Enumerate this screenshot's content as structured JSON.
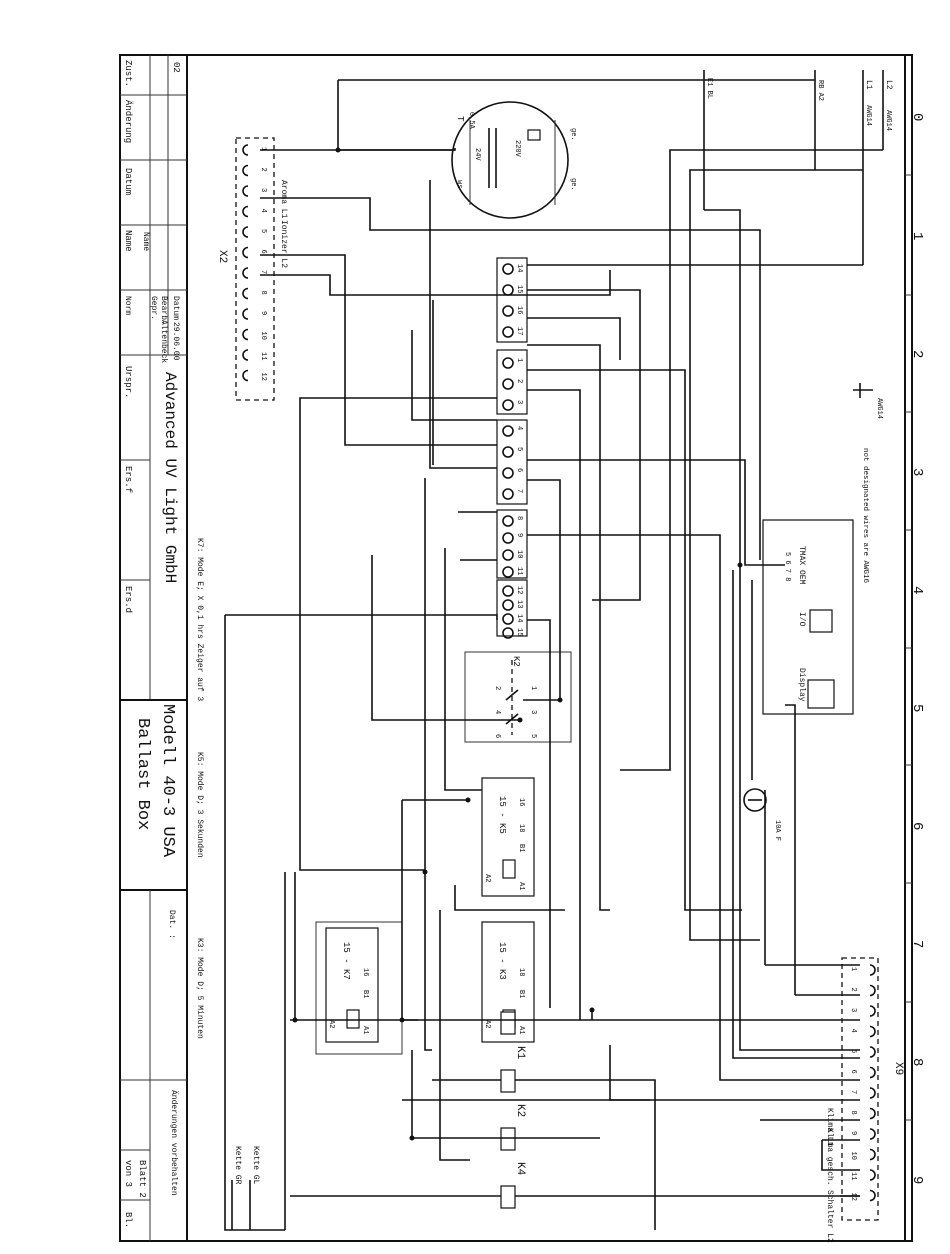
{
  "title_block": {
    "company": "Advanced UV Light GmbH",
    "model": "Modell 40-3 USA",
    "product": "Ballast Box",
    "datum_label": "Datum",
    "datum_value": "29.06.00",
    "bearb_label": "Bearb.",
    "bearb_value": "Altenbeck",
    "gepr_label": "Gepr.",
    "norm_label": "Norm",
    "name_label": "Name",
    "zust_label": "Zust.",
    "aenderung_label": "Änderung",
    "datum2_label": "Datum",
    "name2_label": "Name",
    "rev_label": "02",
    "urspr_label": "Urspr.",
    "ers_f_label": "Ers.f",
    "ers_d_label": "Ers.d",
    "dat_label": "Dat. :",
    "notice": "Änderungen vorbehalten",
    "blatt": "Blatt 2",
    "von": "von 3",
    "bl": "Bl."
  },
  "column_numbers": [
    "0",
    "1",
    "2",
    "3",
    "4",
    "5",
    "6",
    "7",
    "8",
    "9"
  ],
  "signals": {
    "l2": "L2",
    "l1": "L1",
    "awg14_a": "AWG14",
    "awg14_b": "AWG14",
    "awg14_c": "AWG14",
    "rb_a2": "RB A2",
    "e1_bl": "E1 BL",
    "note_awg": "not designated wires are AWG16"
  },
  "transformer": {
    "primary": "220V",
    "secondary": "24V",
    "fuse": "0,5A",
    "label": "T",
    "ge1": "ge.",
    "ge2": "ge.",
    "ws": "ws"
  },
  "connector_x2": {
    "name": "X2",
    "pins": [
      "1",
      "2",
      "3",
      "4",
      "5",
      "6",
      "7",
      "8",
      "9",
      "10",
      "11",
      "12"
    ],
    "aroma": "Aroma L1",
    "ionizer": "Ionizer L2"
  },
  "connector_x9": {
    "name": "X9",
    "pins": [
      "1",
      "2",
      "3",
      "4",
      "5",
      "6",
      "7",
      "8",
      "9",
      "10",
      "11",
      "12"
    ],
    "klima_l1": "Klima L1",
    "klima_gesch": "Klima gesch.",
    "schalter": "Schalter L2"
  },
  "terminals": {
    "block_a": [
      "14",
      "15",
      "16",
      "17"
    ],
    "block_b": [
      "1",
      "2",
      "3"
    ],
    "block_c": [
      "4",
      "5",
      "6",
      "7"
    ],
    "block_d": [
      "8",
      "9",
      "10",
      "11"
    ],
    "block_e": [
      "12",
      "13",
      "14",
      "15"
    ]
  },
  "timer": {
    "name": "TMAX OEM",
    "io_label": "I/O",
    "display_label": "Display",
    "pins": "5 6 7 8"
  },
  "relays": {
    "k2_contacts": "K2",
    "k2_pins_top": [
      "1",
      "3",
      "5"
    ],
    "k2_pins_bottom": [
      "2",
      "4",
      "6"
    ],
    "k5": "15 - K5",
    "k3": "15 - K3",
    "k7": "15 - K7",
    "k1": "K1",
    "k2": "K2",
    "k4": "K4",
    "a1": "A1",
    "a2": "A2",
    "pin_16": "16",
    "pin_18": "18",
    "pin_b1": "B1",
    "fuse_10a": "10A F"
  },
  "notes": {
    "k7": "K7: Mode E; X 0,1 hrs Zeiger auf 3",
    "k5": "K5: Mode D; 3 Sekunden",
    "k3": "K3: Mode D; 5 Minuten",
    "kette_l": "Kette GL",
    "kette_r": "Kette GR"
  }
}
